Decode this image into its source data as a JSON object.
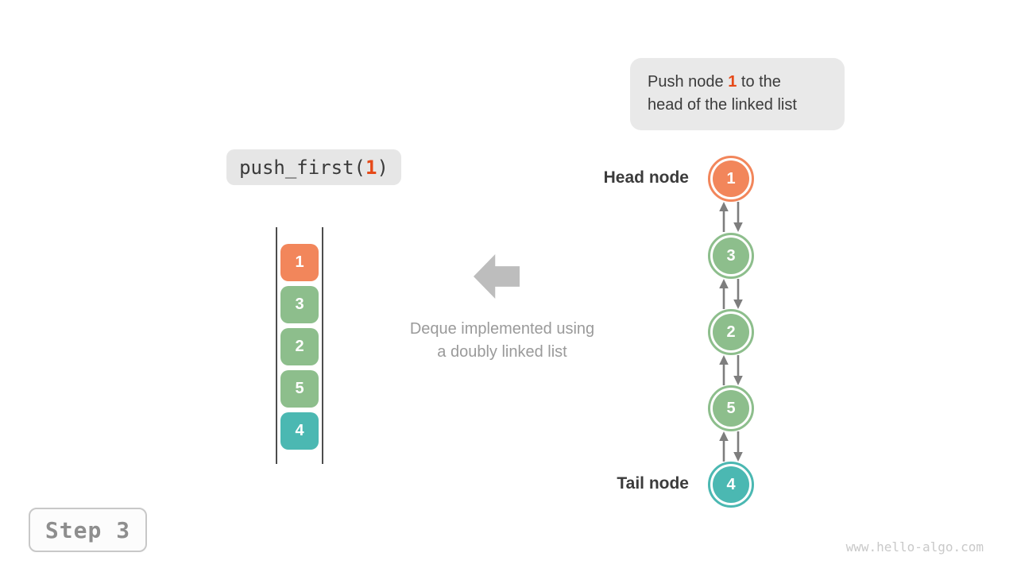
{
  "colors": {
    "orange": "#F2865B",
    "green": "#8DBE8C",
    "teal": "#4BB8B2",
    "highlight_orange": "#E64A19",
    "arrow_gray": "#7E7E7E",
    "block_arrow_gray": "#BDBDBD",
    "box_bg": "#E9E9E9",
    "text_dark": "#3B3B3B",
    "caption_gray": "#9A9A9A"
  },
  "callout": {
    "line1": {
      "pre": "Push node ",
      "num": "1",
      "post": " to the"
    },
    "line2": "head of the linked list"
  },
  "code_label": {
    "pre": "push_first(",
    "arg": "1",
    "post": ")"
  },
  "stack": {
    "items": [
      {
        "value": "1",
        "color": "#F2865B"
      },
      {
        "value": "3",
        "color": "#8DBE8C"
      },
      {
        "value": "2",
        "color": "#8DBE8C"
      },
      {
        "value": "5",
        "color": "#8DBE8C"
      },
      {
        "value": "4",
        "color": "#4BB8B2"
      }
    ]
  },
  "caption": {
    "line1": "Deque implemented using",
    "line2": "a doubly linked list"
  },
  "linked_list": {
    "head_label": "Head node",
    "tail_label": "Tail node",
    "nodes": [
      {
        "value": "1",
        "color": "#F2865B"
      },
      {
        "value": "3",
        "color": "#8DBE8C"
      },
      {
        "value": "2",
        "color": "#8DBE8C"
      },
      {
        "value": "5",
        "color": "#8DBE8C"
      },
      {
        "value": "4",
        "color": "#4BB8B2"
      }
    ]
  },
  "step_badge": {
    "label": "Step 3"
  },
  "watermark": {
    "text": "www.hello-algo.com"
  }
}
